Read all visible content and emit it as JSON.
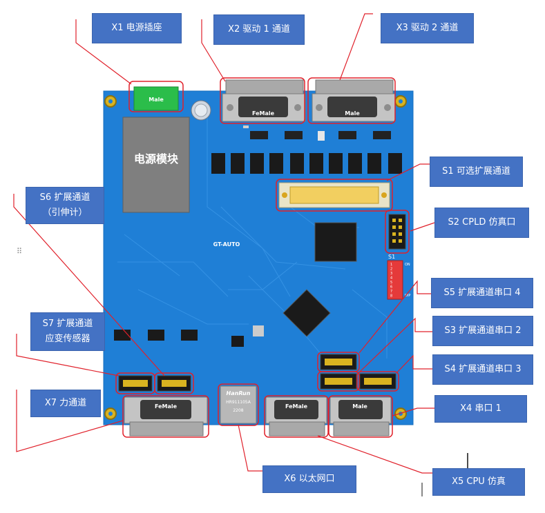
{
  "labels": {
    "x1": "X1 电源插座",
    "x2": "X2 驱动 1 通道",
    "x3": "X3 驱动 2 通道",
    "s1": "S1 可选扩展通道",
    "s2": "S2 CPLD 仿真口",
    "s6_line1": "S6 扩展通道",
    "s6_line2": "（引伸计）",
    "s5": "S5 扩展通道串口 4",
    "s3": "S3 扩展通道串口 2",
    "s7_line1": "S7 扩展通道",
    "s7_line2": "应变传感器",
    "s4": "S4 扩展通道串口 3",
    "x7": "X7 力通道",
    "x4": "X4 串口 1",
    "x6": "X6 以太网口",
    "x5": "X5 CPU 仿真"
  },
  "board": {
    "power_module": "电源模块",
    "male": "Male",
    "female": "FeMale",
    "brand": "GT-AUTO",
    "hanrun": "HanRun",
    "hanrun_model": "HR911105A",
    "hanrun_date": "2208",
    "dip_on": "ON",
    "dip_label": "S1",
    "dip_numbers": "12345678",
    "dip_side": "DIP"
  },
  "colors": {
    "pcb": "#1f7fd6",
    "label_bg": "#4472c4",
    "callout": "#e0202a",
    "connector": "#b9b9b9",
    "green_jack": "#2bbd4a"
  }
}
